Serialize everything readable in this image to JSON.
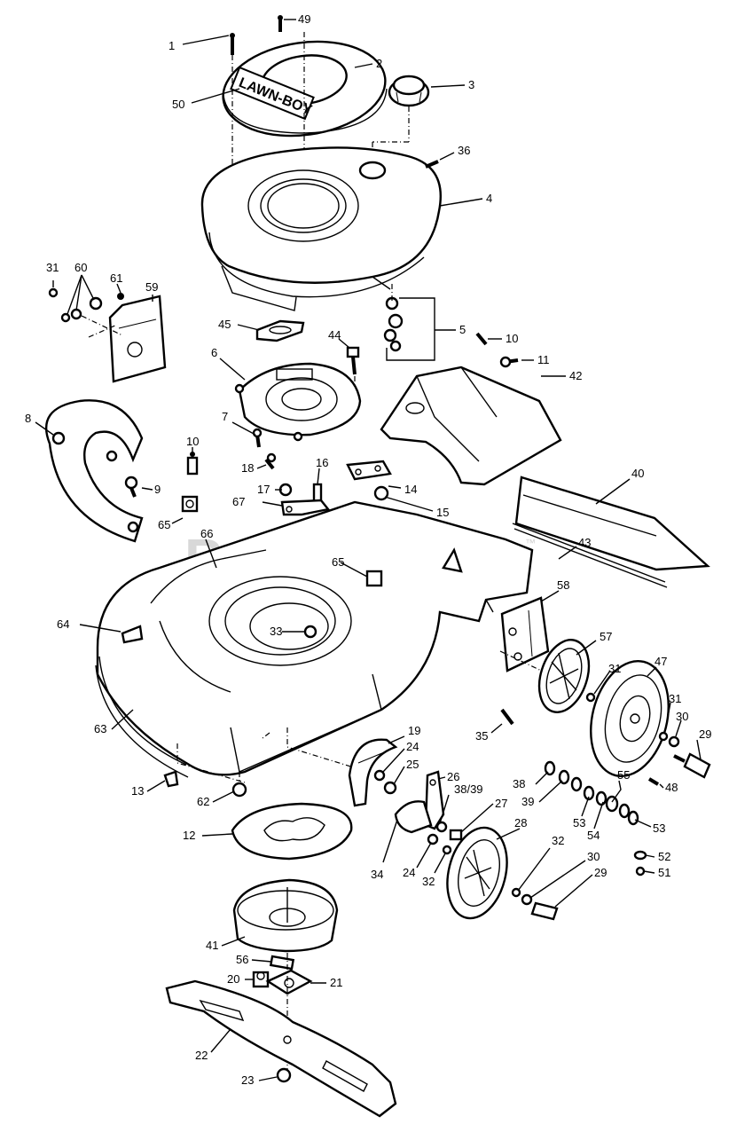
{
  "watermark": {
    "text": "PartsTree",
    "trademark": "™"
  },
  "logo_text": "LAWN-BOY",
  "callouts": [
    {
      "id": "c1",
      "label": "1"
    },
    {
      "id": "c49",
      "label": "49"
    },
    {
      "id": "c2",
      "label": "2"
    },
    {
      "id": "c3",
      "label": "3"
    },
    {
      "id": "c50",
      "label": "50"
    },
    {
      "id": "c36",
      "label": "36"
    },
    {
      "id": "c4",
      "label": "4"
    },
    {
      "id": "c31a",
      "label": "31"
    },
    {
      "id": "c60",
      "label": "60"
    },
    {
      "id": "c61",
      "label": "61"
    },
    {
      "id": "c59",
      "label": "59"
    },
    {
      "id": "c45",
      "label": "45"
    },
    {
      "id": "c44",
      "label": "44"
    },
    {
      "id": "c5",
      "label": "5"
    },
    {
      "id": "c10a",
      "label": "10"
    },
    {
      "id": "c11",
      "label": "11"
    },
    {
      "id": "c6",
      "label": "6"
    },
    {
      "id": "c42",
      "label": "42"
    },
    {
      "id": "c7",
      "label": "7"
    },
    {
      "id": "c8",
      "label": "8"
    },
    {
      "id": "c10b",
      "label": "10"
    },
    {
      "id": "c18",
      "label": "18"
    },
    {
      "id": "c16",
      "label": "16"
    },
    {
      "id": "c9",
      "label": "9"
    },
    {
      "id": "c17",
      "label": "17"
    },
    {
      "id": "c14",
      "label": "14"
    },
    {
      "id": "c40",
      "label": "40"
    },
    {
      "id": "c67",
      "label": "67"
    },
    {
      "id": "c15",
      "label": "15"
    },
    {
      "id": "c65a",
      "label": "65"
    },
    {
      "id": "c66",
      "label": "66"
    },
    {
      "id": "c43",
      "label": "43"
    },
    {
      "id": "c65b",
      "label": "65"
    },
    {
      "id": "c58",
      "label": "58"
    },
    {
      "id": "c64",
      "label": "64"
    },
    {
      "id": "c33",
      "label": "33"
    },
    {
      "id": "c57",
      "label": "57"
    },
    {
      "id": "c47",
      "label": "47"
    },
    {
      "id": "c31b",
      "label": "31"
    },
    {
      "id": "c31c",
      "label": "31"
    },
    {
      "id": "c30a",
      "label": "30"
    },
    {
      "id": "c35",
      "label": "35"
    },
    {
      "id": "c29a",
      "label": "29"
    },
    {
      "id": "c63",
      "label": "63"
    },
    {
      "id": "c19",
      "label": "19"
    },
    {
      "id": "c24a",
      "label": "24"
    },
    {
      "id": "c25",
      "label": "25"
    },
    {
      "id": "c26",
      "label": "26"
    },
    {
      "id": "c55",
      "label": "55"
    },
    {
      "id": "c48",
      "label": "48"
    },
    {
      "id": "c38a",
      "label": "38"
    },
    {
      "id": "c3839",
      "label": "38/39"
    },
    {
      "id": "c39",
      "label": "39"
    },
    {
      "id": "c13",
      "label": "13"
    },
    {
      "id": "c62",
      "label": "62"
    },
    {
      "id": "c27",
      "label": "27"
    },
    {
      "id": "c53a",
      "label": "53"
    },
    {
      "id": "c28",
      "label": "28"
    },
    {
      "id": "c54",
      "label": "54"
    },
    {
      "id": "c53b",
      "label": "53"
    },
    {
      "id": "c12",
      "label": "12"
    },
    {
      "id": "c34",
      "label": "34"
    },
    {
      "id": "c24b",
      "label": "24"
    },
    {
      "id": "c32a",
      "label": "32"
    },
    {
      "id": "c32b",
      "label": "32"
    },
    {
      "id": "c52",
      "label": "52"
    },
    {
      "id": "c51",
      "label": "51"
    },
    {
      "id": "c30b",
      "label": "30"
    },
    {
      "id": "c29b",
      "label": "29"
    },
    {
      "id": "c41",
      "label": "41"
    },
    {
      "id": "c56",
      "label": "56"
    },
    {
      "id": "c20",
      "label": "20"
    },
    {
      "id": "c21",
      "label": "21"
    },
    {
      "id": "c22",
      "label": "22"
    },
    {
      "id": "c23",
      "label": "23"
    }
  ]
}
